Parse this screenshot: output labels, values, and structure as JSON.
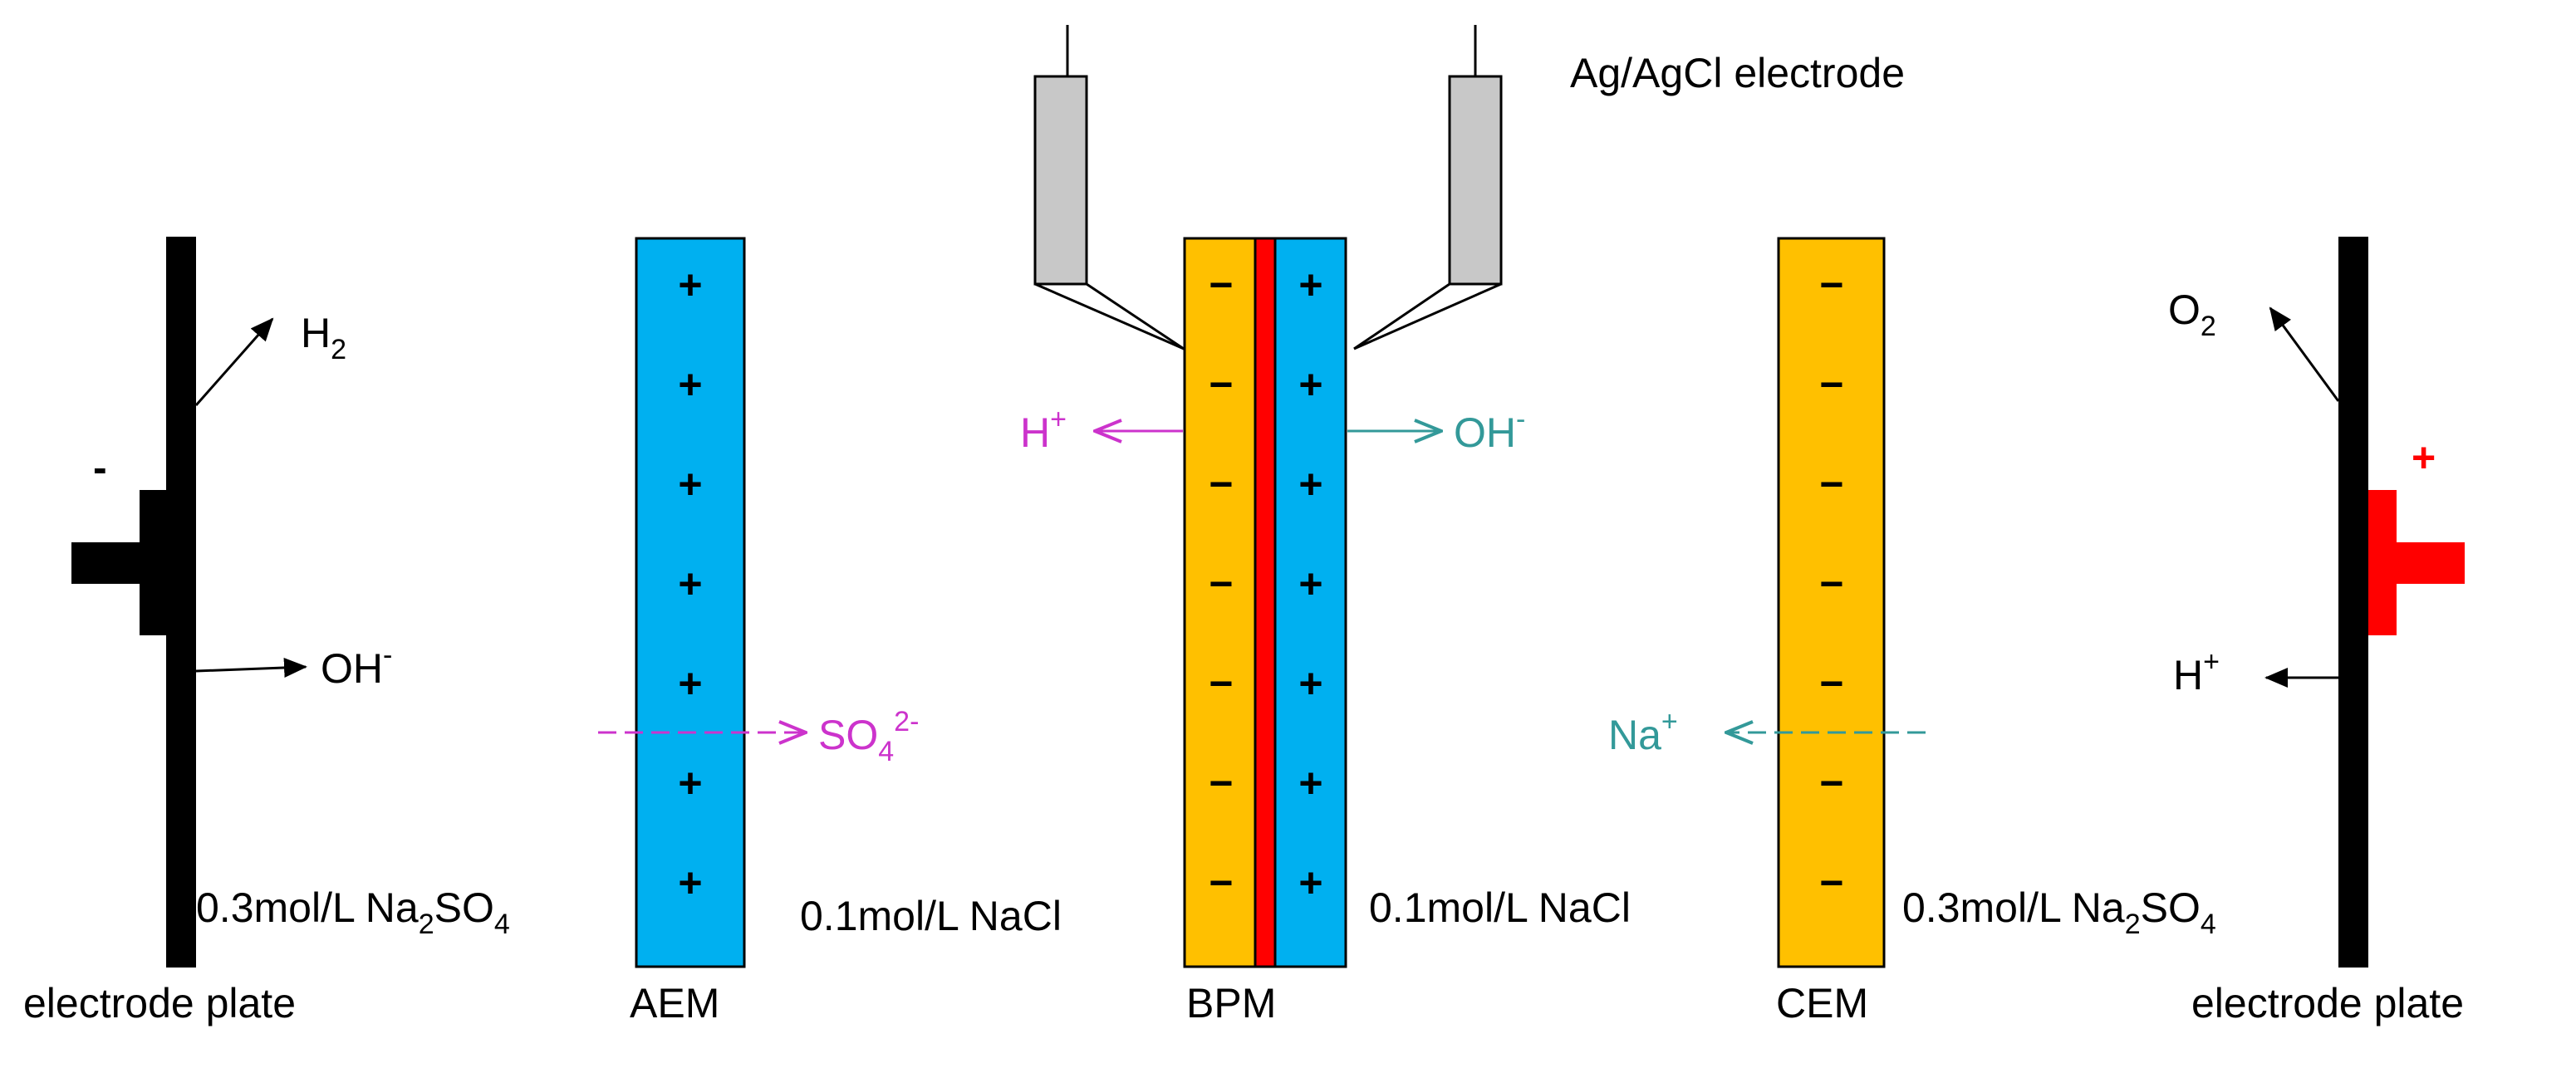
{
  "title": "Ag/AgCl electrode",
  "colors": {
    "aem": "#00B0F0",
    "cem": "#FFC000",
    "bpm_anion": "#FFC000",
    "bpm_cation": "#00B0F0",
    "bpm_junction": "#FF0000",
    "magenta": "#CC33CC",
    "teal": "#339999",
    "red": "#FF0000",
    "electrode_body": "#C8C8C8"
  },
  "cathode": {
    "label": "electrode plate",
    "sign": "-",
    "gas_main": "H",
    "gas_sub": "2",
    "ion_main": "OH",
    "ion_sup": "-"
  },
  "anode": {
    "label": "electrode plate",
    "sign": "+",
    "gas_main": "O",
    "gas_sub": "2",
    "ion_main": "H",
    "ion_sup": "+"
  },
  "aem": {
    "label": "AEM",
    "charge": "+",
    "count": 7,
    "ion_main": "SO",
    "ion_sub": "4",
    "ion_sup": "2-"
  },
  "bpm": {
    "label": "BPM",
    "left_charge": "−",
    "right_charge": "+",
    "count": 7,
    "left_ion_main": "H",
    "left_ion_sup": "+",
    "right_ion_main": "OH",
    "right_ion_sup": "-"
  },
  "cem": {
    "label": "CEM",
    "charge": "−",
    "count": 7,
    "ion_main": "Na",
    "ion_sup": "+"
  },
  "solutions": {
    "left_outer": {
      "main": "0.3mol/L Na",
      "sub1": "2",
      "mid": "SO",
      "sub2": "4"
    },
    "inner_left": "0.1mol/L NaCl",
    "inner_right": "0.1mol/L NaCl",
    "right_outer": {
      "main": "0.3mol/L Na",
      "sub1": "2",
      "mid": "SO",
      "sub2": "4"
    }
  }
}
